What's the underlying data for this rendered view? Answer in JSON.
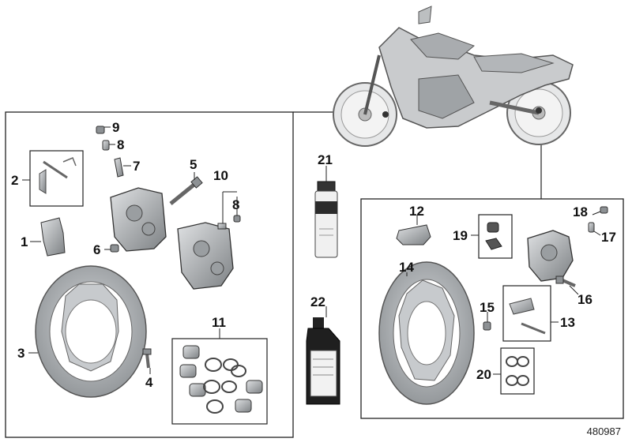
{
  "diagram": {
    "document_number": "480987",
    "callouts": [
      {
        "id": "c1",
        "label": "1"
      },
      {
        "id": "c2",
        "label": "2"
      },
      {
        "id": "c3",
        "label": "3"
      },
      {
        "id": "c4",
        "label": "4"
      },
      {
        "id": "c5",
        "label": "5"
      },
      {
        "id": "c6",
        "label": "6"
      },
      {
        "id": "c7",
        "label": "7"
      },
      {
        "id": "c8a",
        "label": "8"
      },
      {
        "id": "c8b",
        "label": "8"
      },
      {
        "id": "c9",
        "label": "9"
      },
      {
        "id": "c10",
        "label": "10"
      },
      {
        "id": "c11",
        "label": "11"
      },
      {
        "id": "c12",
        "label": "12"
      },
      {
        "id": "c13",
        "label": "13"
      },
      {
        "id": "c14",
        "label": "14"
      },
      {
        "id": "c15",
        "label": "15"
      },
      {
        "id": "c16",
        "label": "16"
      },
      {
        "id": "c17",
        "label": "17"
      },
      {
        "id": "c18",
        "label": "18"
      },
      {
        "id": "c19",
        "label": "19"
      },
      {
        "id": "c20",
        "label": "20"
      },
      {
        "id": "c21",
        "label": "21"
      },
      {
        "id": "c22",
        "label": "22"
      }
    ],
    "colors": {
      "part_fill": "#b9bcbf",
      "part_dark": "#6e7275",
      "line": "#222222"
    }
  }
}
